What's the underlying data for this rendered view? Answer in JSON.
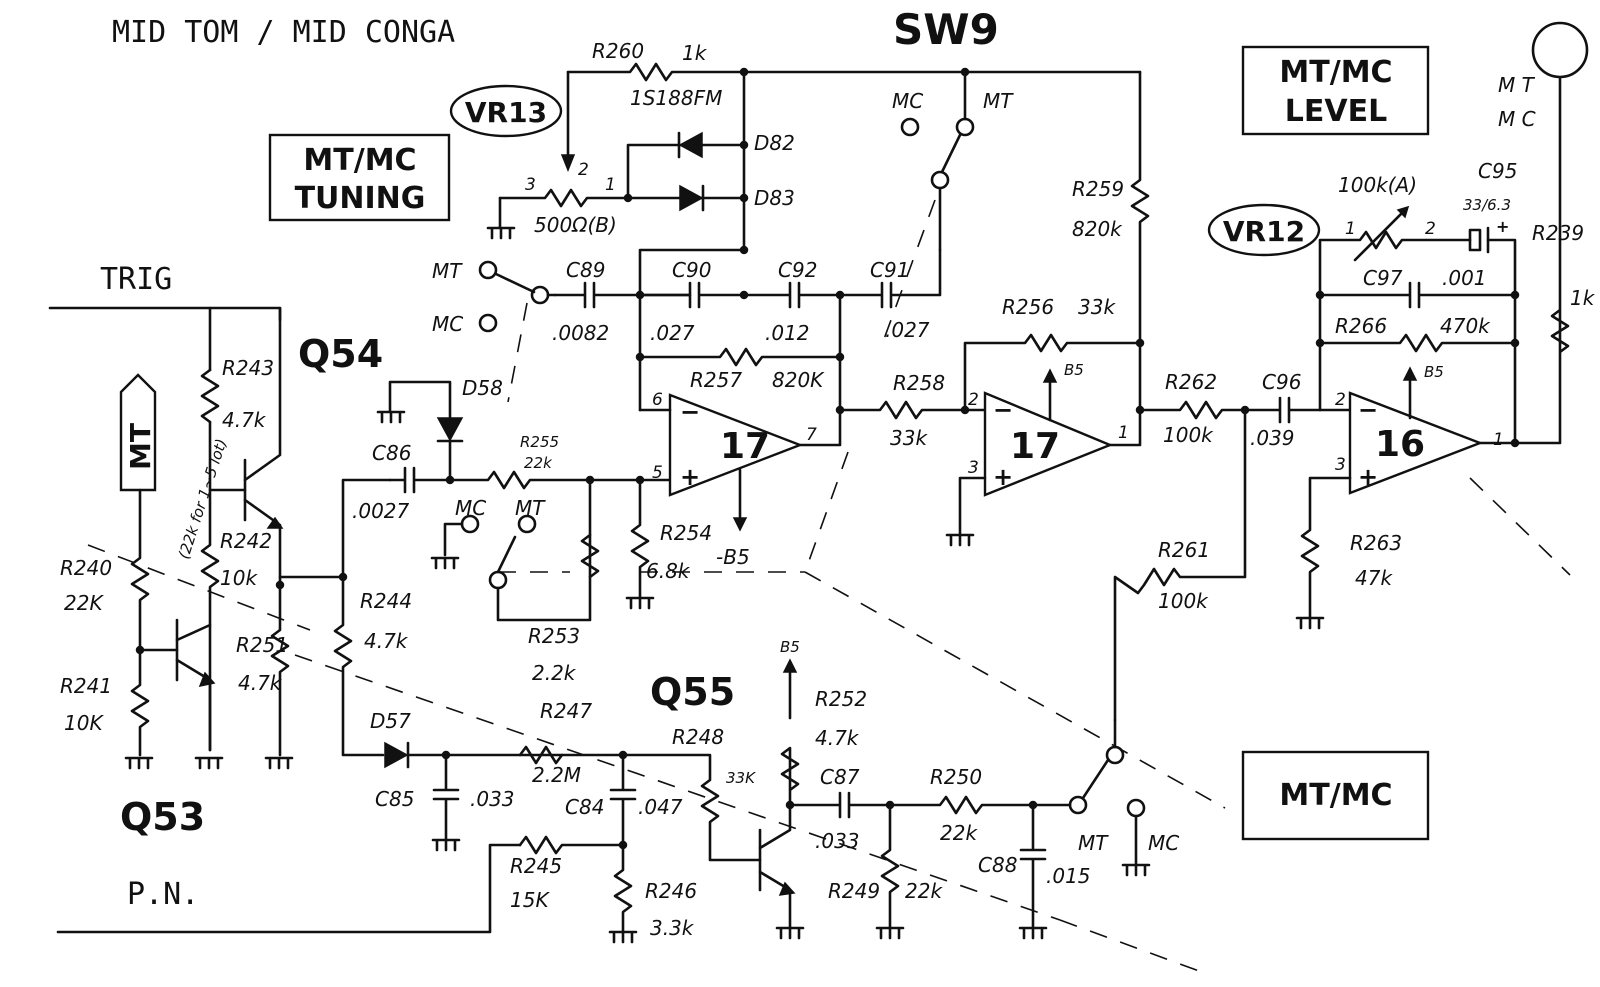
{
  "title": "MID TOM / MID CONGA",
  "switch_name": "SW9",
  "boxes": {
    "tuning": [
      "MT/MC",
      "TUNING"
    ],
    "level": [
      "MT/MC",
      "LEVEL"
    ],
    "select": "MT/MC"
  },
  "tags": {
    "vr13": "VR13",
    "vr12": "VR12",
    "mt_flag": "MT"
  },
  "inputs": {
    "trig": "TRIG",
    "pn": "P.N."
  },
  "transistors": {
    "q53": "Q53",
    "q54": "Q54",
    "q55": "Q55"
  },
  "opamps": {
    "ic1": "17",
    "ic2": "17",
    "ic3": "16"
  },
  "supply": "B5",
  "neg_supply": "-B5",
  "switch_labels": {
    "mt": "MT",
    "mc": "MC"
  },
  "output_labels": [
    "M T",
    "M C"
  ],
  "pot_pins": {
    "p1": "1",
    "p2": "2",
    "p3": "3"
  },
  "opamp_pins": {
    "inv": "2",
    "noninv": "3",
    "out": "1",
    "inv_b": "6",
    "noninv_b": "5",
    "out_b": "7"
  },
  "trim_note": "(22k for 1~5 lot)",
  "components": {
    "r260": "R260",
    "r260_v": "1k",
    "diode_type": "1S188FM",
    "d82": "D82",
    "d83": "D83",
    "vr13_v": "500Ω(B)",
    "c89": "C89",
    "c89_v": ".0082",
    "c90": "C90",
    "c90_v": ".027",
    "c92": "C92",
    "c92_v": ".012",
    "c91": "C91",
    "c91_v": ".027",
    "r257": "R257",
    "r257_v": "820K",
    "r259": "R259",
    "r259_v": "820k",
    "r256": "R256",
    "r256_v": "33k",
    "r258": "R258",
    "r258_v": "33k",
    "r262": "R262",
    "r262_v": "100k",
    "c96": "C96",
    "c96_v": ".039",
    "vr12_v": "100k(A)",
    "c95": "C95",
    "c95_v": "33/6.3",
    "c97": "C97",
    "c97_v": ".001",
    "r266": "R266",
    "r266_v": "470k",
    "r239": "R239",
    "r239_v": "1k",
    "r263": "R263",
    "r263_v": "47k",
    "r261": "R261",
    "r261_v": "100k",
    "r243": "R243",
    "r243_v": "4.7k",
    "r242": "R242",
    "r242_v": "10k",
    "r240": "R240",
    "r240_v": "22K",
    "r241": "R241",
    "r241_v": "10K",
    "r251": "R251",
    "r251_v": "4.7k",
    "r244": "R244",
    "r244_v": "4.7k",
    "d58": "D58",
    "c86": "C86",
    "c86_v": ".0027",
    "r255": "R255",
    "r255_v": "22k",
    "r254": "R254",
    "r254_v": "6.8k",
    "r253": "R253",
    "r253_v": "2.2k",
    "d57": "D57",
    "c85": "C85",
    "c85_v": ".033",
    "r247": "R247",
    "r247_v": "2.2M",
    "c84": "C84",
    "c84_v": ".047",
    "r248": "R248",
    "r248_v": "33K",
    "r245": "R245",
    "r245_v": "15K",
    "r246": "R246",
    "r246_v": "3.3k",
    "r252": "R252",
    "r252_v": "4.7k",
    "c87": "C87",
    "c87_v": ".033",
    "r250": "R250",
    "r250_v": "22k",
    "r249": "R249",
    "r249_v": "22k",
    "c88": "C88",
    "c88_v": ".015"
  }
}
